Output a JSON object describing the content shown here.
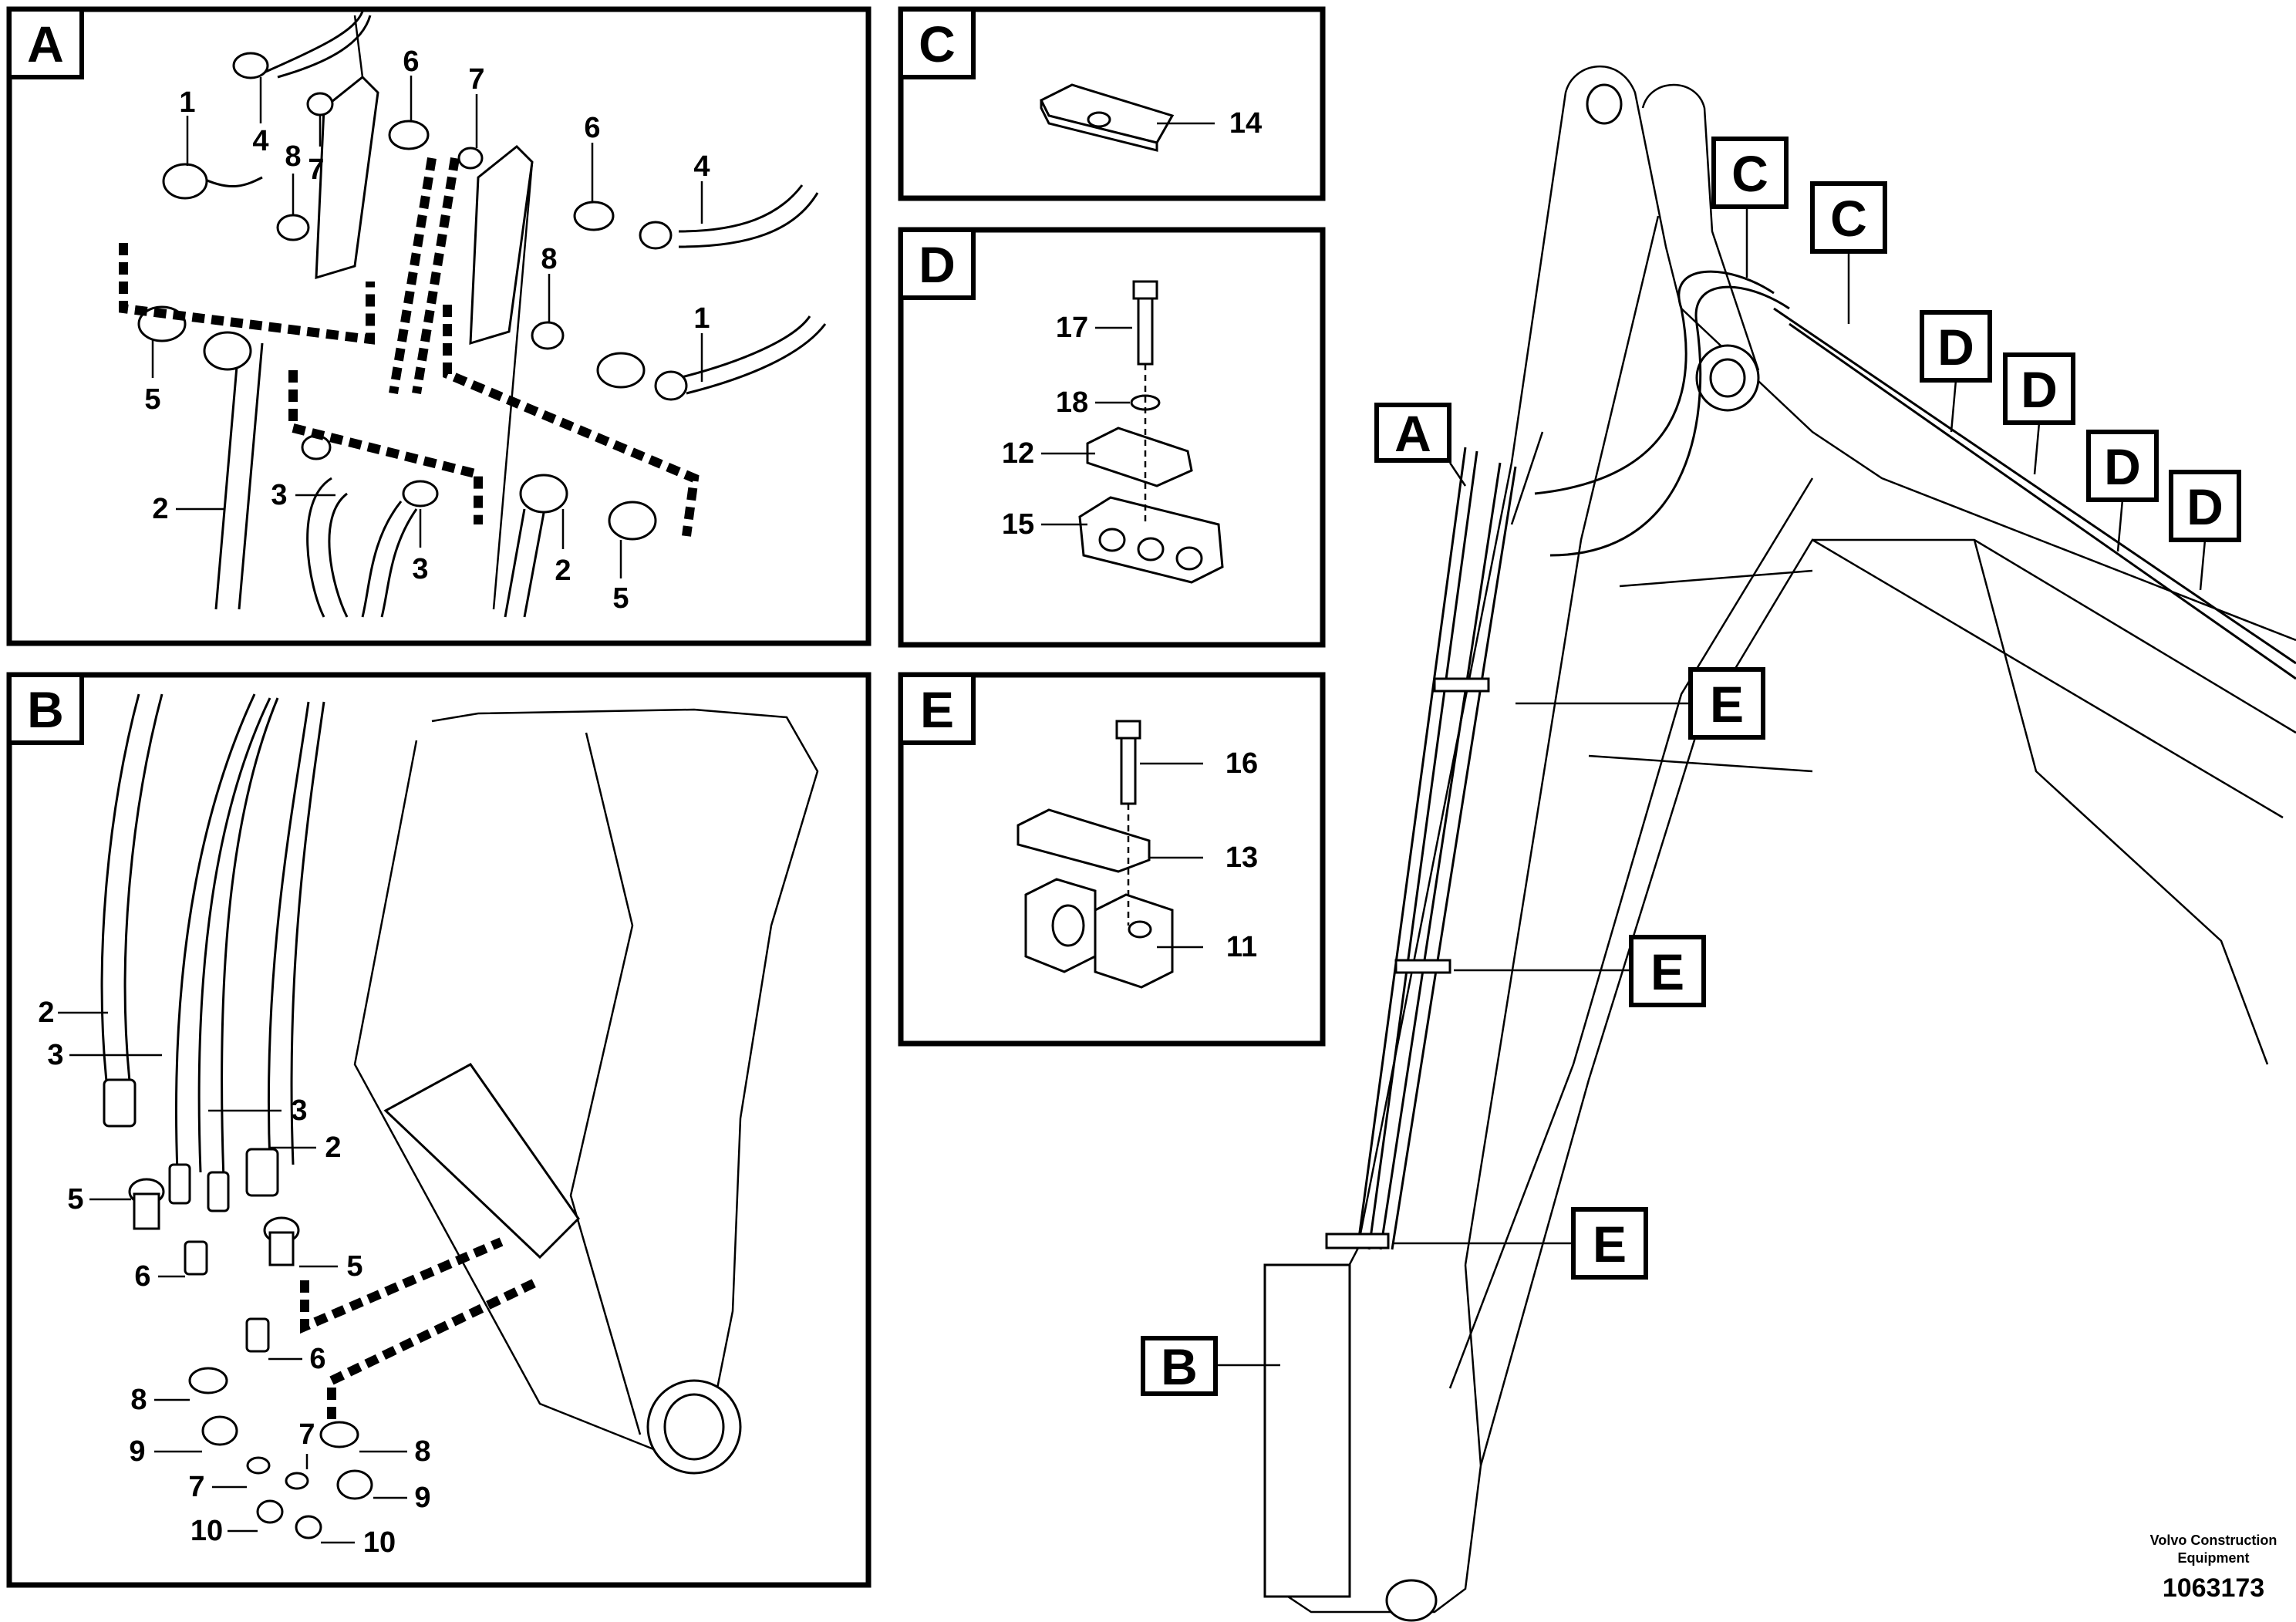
{
  "panels": {
    "A": {
      "label": "A"
    },
    "B": {
      "label": "B"
    },
    "C": {
      "label": "C"
    },
    "D": {
      "label": "D"
    },
    "E": {
      "label": "E"
    }
  },
  "callouts": {
    "A": [
      "1",
      "4",
      "7",
      "8",
      "6",
      "7",
      "6",
      "4",
      "8",
      "1",
      "5",
      "2",
      "3",
      "3",
      "2",
      "5"
    ],
    "B": [
      "2",
      "3",
      "3",
      "2",
      "5",
      "5",
      "6",
      "6",
      "8",
      "9",
      "7",
      "7",
      "8",
      "9",
      "10",
      "10"
    ],
    "C": [
      "14"
    ],
    "D": [
      "17",
      "18",
      "12",
      "15"
    ],
    "E": [
      "16",
      "13",
      "11"
    ]
  },
  "overview_markers": [
    "A",
    "B",
    "C",
    "C",
    "D",
    "D",
    "D",
    "D",
    "E",
    "E",
    "E"
  ],
  "footer": {
    "company_line1": "Volvo Construction",
    "company_line2": "Equipment",
    "drawing_number": "1063173"
  }
}
